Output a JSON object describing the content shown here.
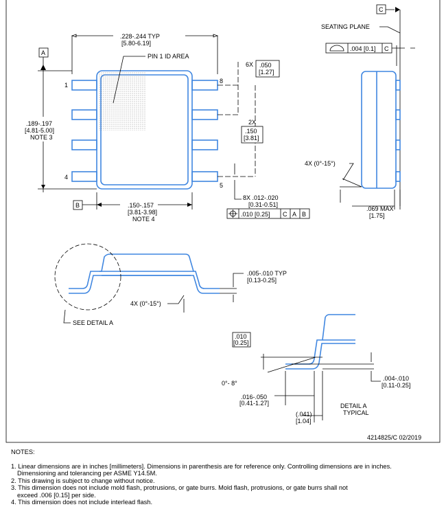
{
  "drawing": {
    "seating_plane": "SEATING PLANE",
    "datum_c": "C",
    "datum_a": "A",
    "datum_b": "B",
    "flatness": ".004 [0.1]",
    "flatness_ref": "C",
    "width_typ": ".228-.244   TYP",
    "width_typ_mm": "[5.80-6.19]",
    "pin1_area": "PIN 1 ID AREA",
    "pitch_6x": "6X",
    "pitch": ".050",
    "pitch_mm": "[1.27]",
    "span_2x": "2X",
    "span": ".150",
    "span_mm": "[3.81]",
    "length": ".189-.197",
    "length_mm": "[4.81-5.00]",
    "length_note": "NOTE 3",
    "pin_1": "1",
    "pin_4": "4",
    "pin_5": "5",
    "pin_8": "8",
    "body_width": ".150-.157",
    "body_width_mm": "[3.81-3.98]",
    "body_width_note": "NOTE 4",
    "lead_width": "8X .012-.020",
    "lead_width_mm": "[0.31-0.51]",
    "position_tol": ".010 [0.25]",
    "position_refs": [
      "C",
      "A",
      "B"
    ],
    "angle_4x_side": "4X (0°-15°)",
    "height_max": ".069 MAX",
    "height_max_mm": "[1.75]",
    "lead_thk": ".005-.010   TYP",
    "lead_thk_mm": "[0.13-0.25]",
    "angle_4x_front": "4X (0°-15°)",
    "see_detail": "SEE DETAIL A",
    "gauge": ".010",
    "gauge_mm": "[0.25]",
    "foot_angle": "0°- 8°",
    "standoff": ".004-.010",
    "standoff_mm": "[0.11-0.25]",
    "foot_len": ".016-.050",
    "foot_len_mm": "[0.41-1.27]",
    "foot_ref": "(.041)",
    "foot_ref_mm": "[1.04]",
    "detail_title": "DETAIL A",
    "detail_sub": "TYPICAL",
    "doc_id": "4214825/C   02/2019"
  },
  "notes": {
    "heading": "NOTES:",
    "items": [
      "1. Linear dimensions are in inches [millimeters]. Dimensions in parenthesis are for reference only. Controlling dimensions are in inches.",
      "Dimensioning and tolerancing per ASME Y14.5M.",
      "2. This drawing is subject to change without notice.",
      "3. This dimension does not include mold flash, protrusions, or gate burrs. Mold flash, protrusions, or gate burrs shall not",
      "exceed .006 [0.15] per side.",
      "4. This dimension does not include interlead flash."
    ]
  }
}
